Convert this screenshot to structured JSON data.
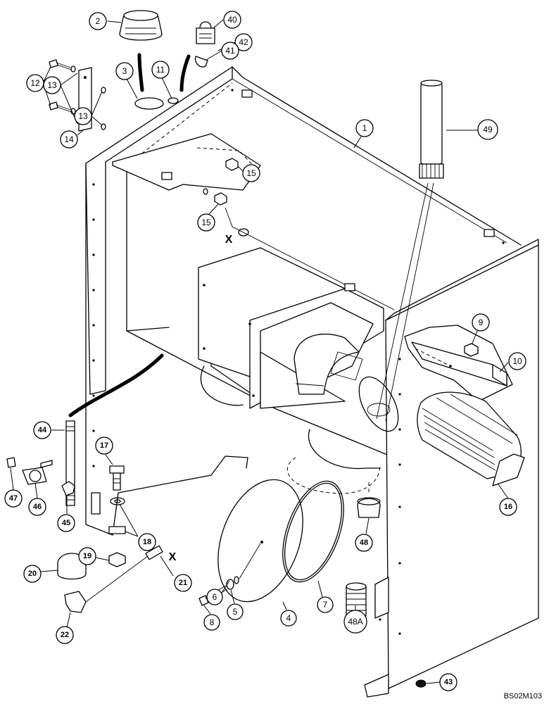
{
  "diagram": {
    "drawing_number": "BS02M103",
    "x_marker": "X",
    "callouts": [
      {
        "id": "c2",
        "label": "2"
      },
      {
        "id": "c40",
        "label": "40"
      },
      {
        "id": "c42",
        "label": "42"
      },
      {
        "id": "c41",
        "label": "41"
      },
      {
        "id": "c12",
        "label": "12"
      },
      {
        "id": "c13a",
        "label": "13"
      },
      {
        "id": "c3",
        "label": "3"
      },
      {
        "id": "c11",
        "label": "11"
      },
      {
        "id": "c13b",
        "label": "13"
      },
      {
        "id": "c14",
        "label": "14"
      },
      {
        "id": "c1",
        "label": "1"
      },
      {
        "id": "c49",
        "label": "49"
      },
      {
        "id": "c15a",
        "label": "15"
      },
      {
        "id": "c15b",
        "label": "15"
      },
      {
        "id": "c9",
        "label": "9"
      },
      {
        "id": "c10",
        "label": "10"
      },
      {
        "id": "c44",
        "label": "44"
      },
      {
        "id": "c17",
        "label": "17"
      },
      {
        "id": "c47",
        "label": "47"
      },
      {
        "id": "c46",
        "label": "46"
      },
      {
        "id": "c45",
        "label": "45"
      },
      {
        "id": "c16",
        "label": "16"
      },
      {
        "id": "c18",
        "label": "18"
      },
      {
        "id": "c48",
        "label": "48"
      },
      {
        "id": "c19",
        "label": "19"
      },
      {
        "id": "c20",
        "label": "20"
      },
      {
        "id": "c6",
        "label": "6"
      },
      {
        "id": "c21",
        "label": "21"
      },
      {
        "id": "c7",
        "label": "7"
      },
      {
        "id": "c5",
        "label": "5"
      },
      {
        "id": "c4",
        "label": "4"
      },
      {
        "id": "c8",
        "label": "8"
      },
      {
        "id": "c22",
        "label": "22"
      },
      {
        "id": "c48A",
        "label": "48A"
      },
      {
        "id": "c43",
        "label": "43"
      }
    ]
  }
}
